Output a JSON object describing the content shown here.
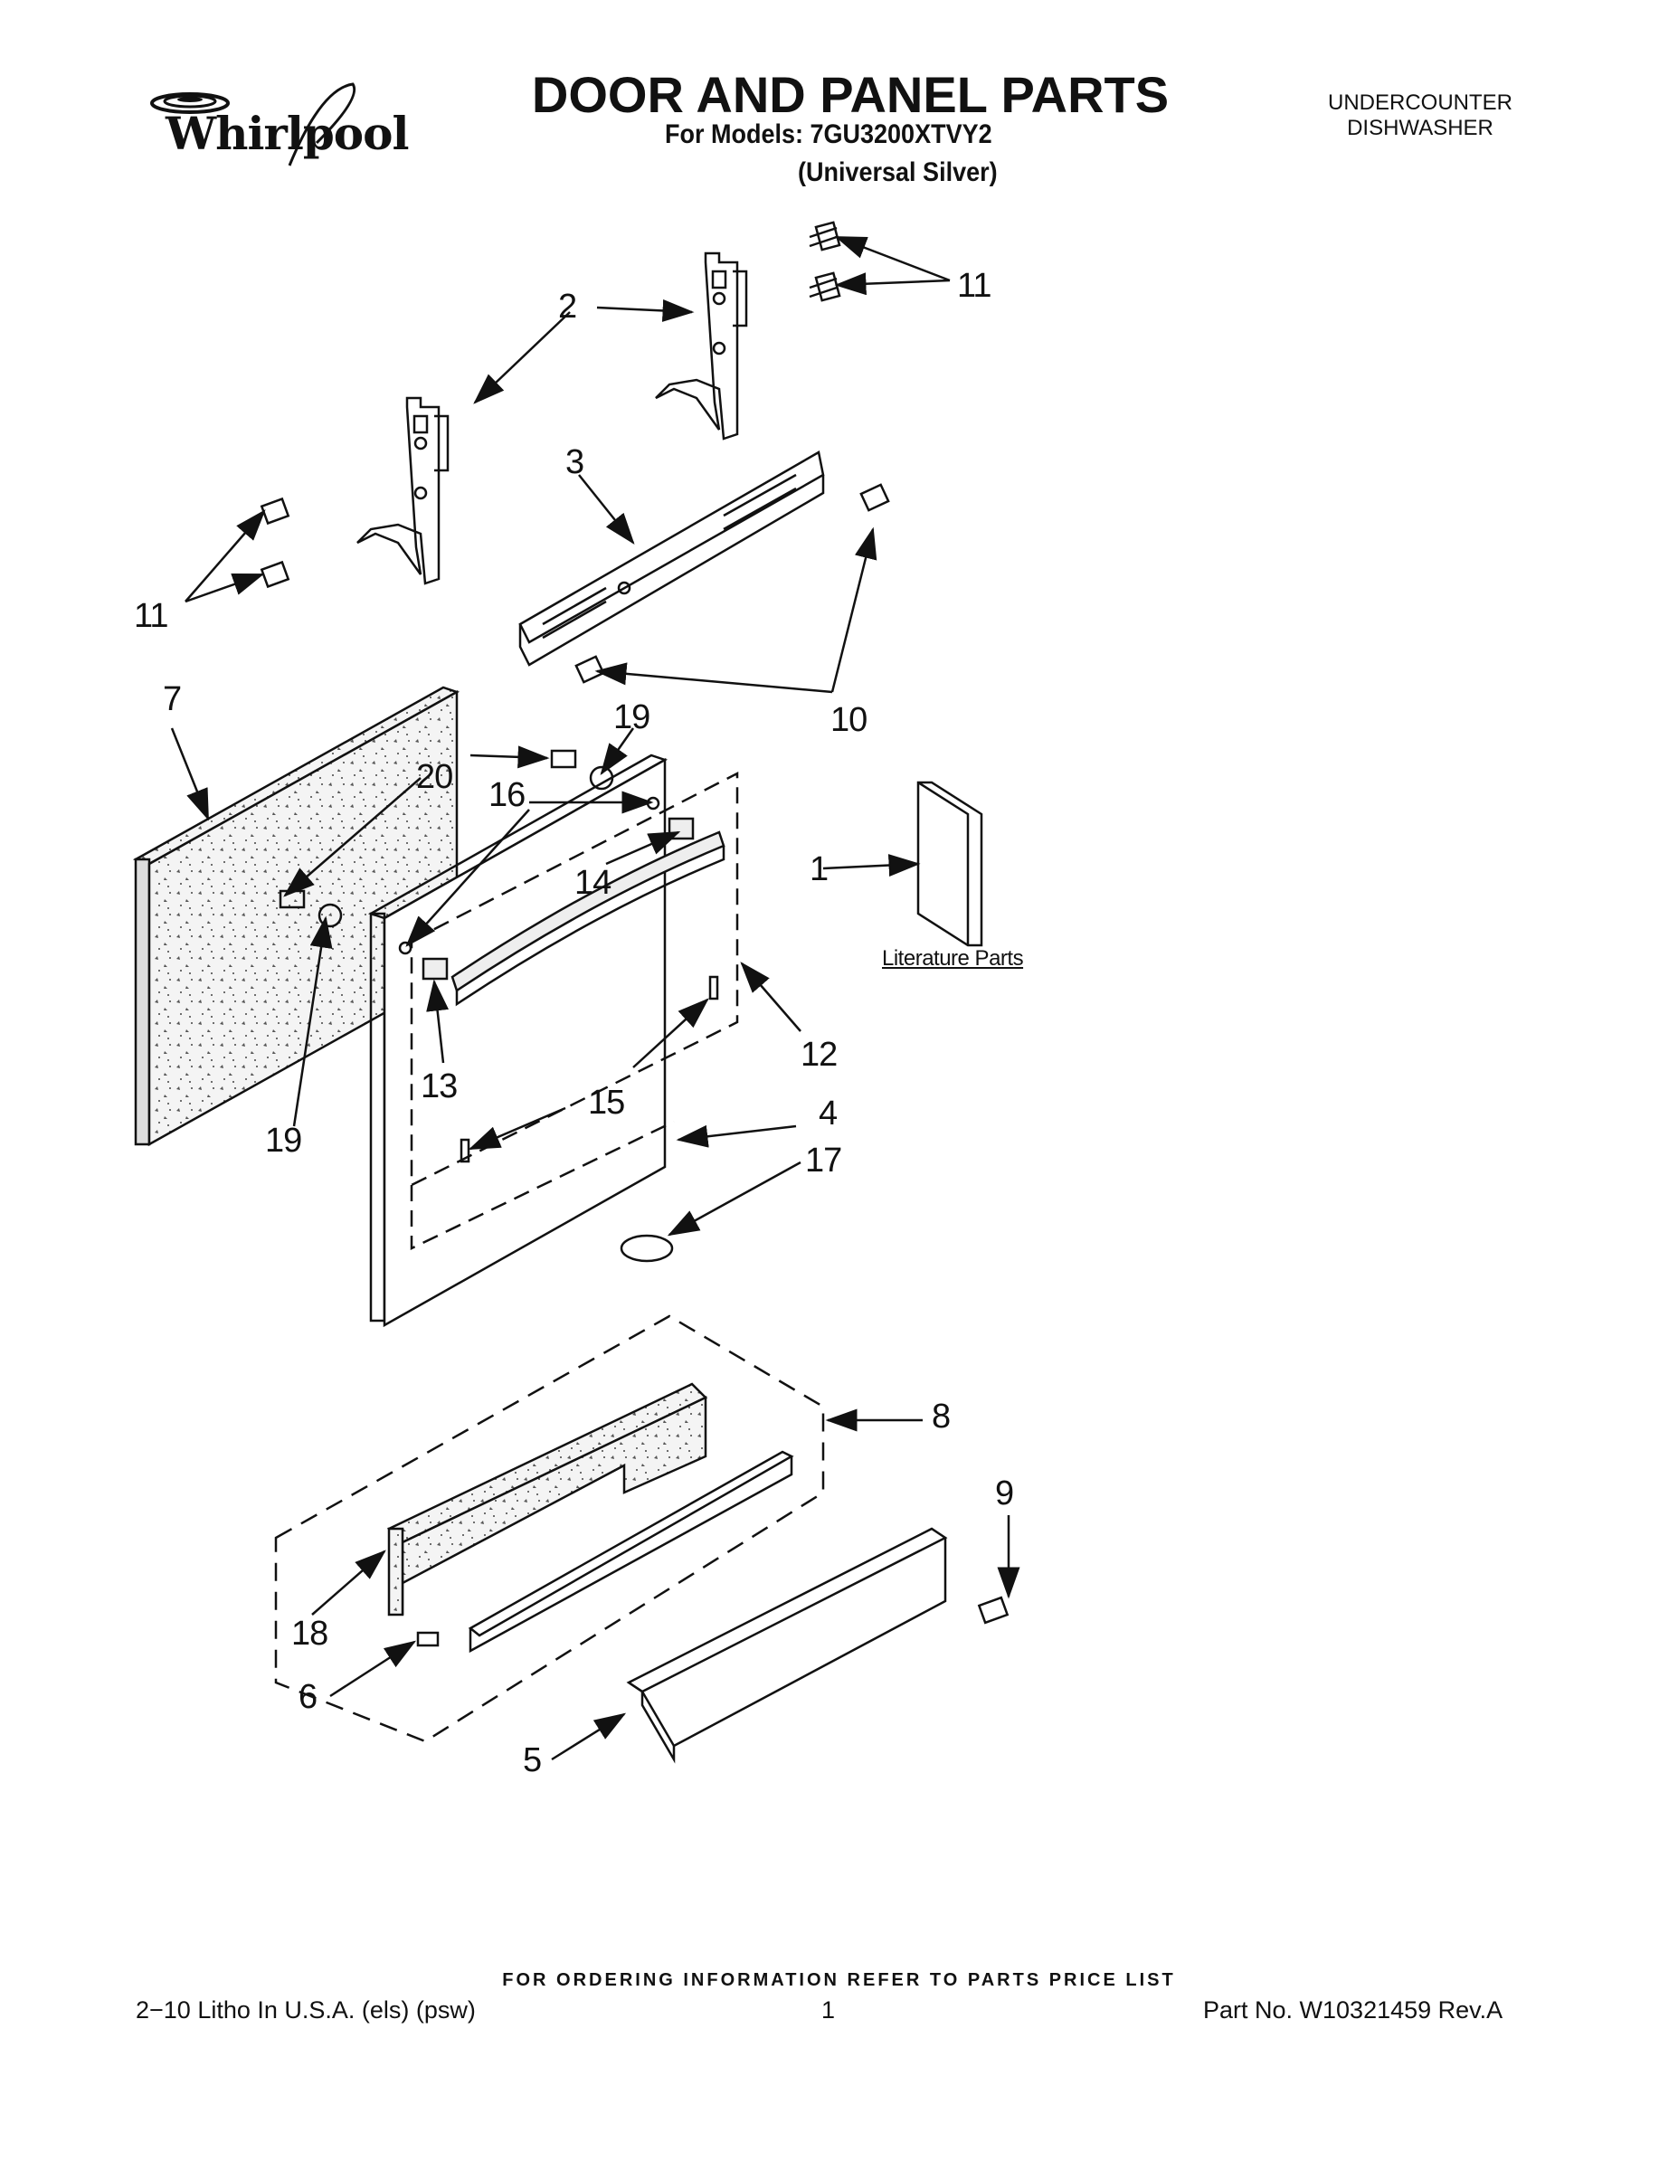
{
  "brand": "Whirlpool",
  "header": {
    "title": "DOOR AND PANEL PARTS",
    "models": "For Models: 7GU3200XTVY2",
    "color": "(Universal Silver)",
    "category_line1": "UNDERCOUNTER",
    "category_line2": "DISHWASHER"
  },
  "diagram": {
    "callouts": {
      "c1": "1",
      "c2": "2",
      "c3": "3",
      "c4": "4",
      "c5": "5",
      "c6": "6",
      "c7": "7",
      "c8": "8",
      "c9": "9",
      "c10": "10",
      "c11a": "11",
      "c11b": "11",
      "c12": "12",
      "c13": "13",
      "c14": "14",
      "c15a": "15",
      "c16": "16",
      "c17": "17",
      "c18": "18",
      "c19a": "19",
      "c19b": "19",
      "c20": "20"
    },
    "literature_label": "Literature Parts"
  },
  "footer": {
    "ordering_info": "FOR ORDERING INFORMATION REFER TO PARTS PRICE LIST",
    "litho": "2−10 Litho In U.S.A. (els) (psw)",
    "page_number": "1",
    "part_number": "Part No. W10321459 Rev.A"
  }
}
